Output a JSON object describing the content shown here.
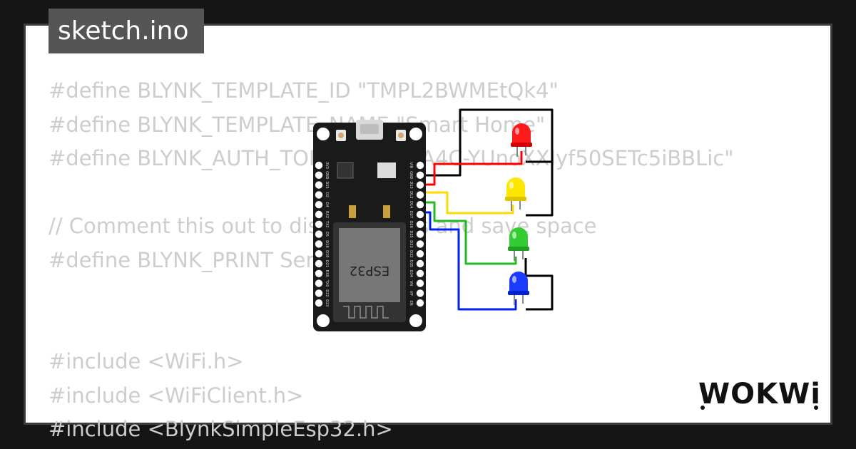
{
  "file_tab": {
    "label": "sketch.ino"
  },
  "code_lines": [
    "#define BLYNK_TEMPLATE_ID \"TMPL2BWMEtQk4\"",
    "#define BLYNK_TEMPLATE_NAME \"Smart Home\"",
    "#define BLYNK_AUTH_TOKEN \"xxyJYA4C-YUnoXXIyf50SETc5iBBLic\"",
    "",
    "// Comment this out to disable prints and save space",
    "#define BLYNK_PRINT Serial",
    "",
    "",
    "#include <WiFi.h>",
    "#include <WiFiClient.h>",
    "#include <BlynkSimpleEsp32.h>"
  ],
  "board": {
    "label": "ESP32",
    "pins_right": [
      "VIN",
      "GND",
      "D13",
      "D12",
      "D14",
      "D27",
      "D26",
      "D25",
      "D33",
      "D32",
      "D35",
      "D34",
      "VN",
      "VP",
      "EN"
    ],
    "pins_left": [
      "3V3",
      "GND",
      "D15",
      "D2",
      "D4",
      "RX2",
      "TX2",
      "D5",
      "D18",
      "D19",
      "D21",
      "RX0",
      "TX0",
      "D22",
      "D23"
    ]
  },
  "leds": [
    {
      "name": "red-led",
      "color": "#ff0000"
    },
    {
      "name": "yellow-led",
      "color": "#ffe600"
    },
    {
      "name": "green-led",
      "color": "#22cc22"
    },
    {
      "name": "blue-led",
      "color": "#1133ff"
    }
  ],
  "wires": {
    "gnd": "#000000",
    "red": "#ff0000",
    "yellow": "#ffd800",
    "green": "#22bb22",
    "blue": "#0022ee"
  },
  "brand": {
    "label": "WOKWi"
  }
}
